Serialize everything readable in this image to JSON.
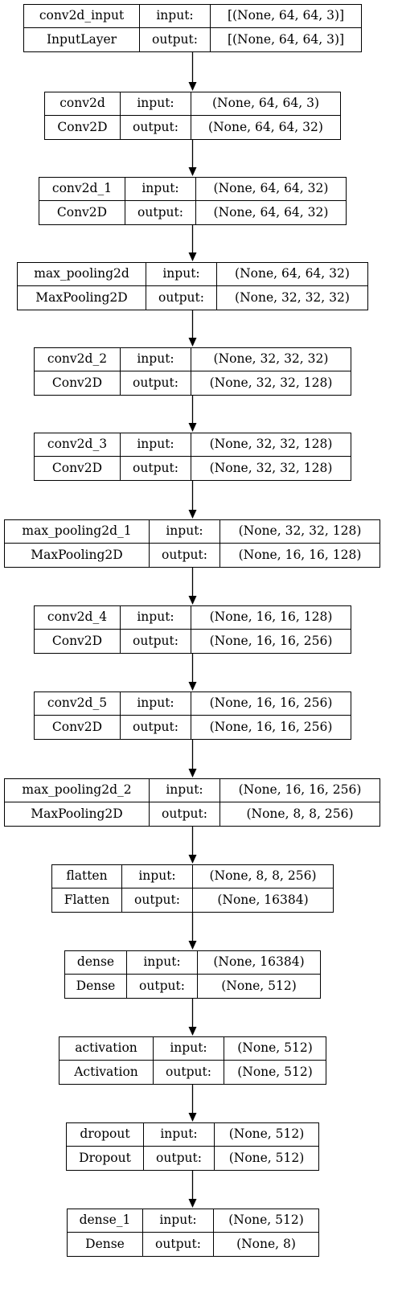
{
  "layers": [
    {
      "name": "conv2d_input",
      "type": "InputLayer",
      "input_label": "input:",
      "output_label": "output:",
      "input_shape": "[(None, 64, 64, 3)]",
      "output_shape": "[(None, 64, 64, 3)]"
    },
    {
      "name": "conv2d",
      "type": "Conv2D",
      "input_label": "input:",
      "output_label": "output:",
      "input_shape": "(None, 64, 64, 3)",
      "output_shape": "(None, 64, 64, 32)"
    },
    {
      "name": "conv2d_1",
      "type": "Conv2D",
      "input_label": "input:",
      "output_label": "output:",
      "input_shape": "(None, 64, 64, 32)",
      "output_shape": "(None, 64, 64, 32)"
    },
    {
      "name": "max_pooling2d",
      "type": "MaxPooling2D",
      "input_label": "input:",
      "output_label": "output:",
      "input_shape": "(None, 64, 64, 32)",
      "output_shape": "(None, 32, 32, 32)"
    },
    {
      "name": "conv2d_2",
      "type": "Conv2D",
      "input_label": "input:",
      "output_label": "output:",
      "input_shape": "(None, 32, 32, 32)",
      "output_shape": "(None, 32, 32, 128)"
    },
    {
      "name": "conv2d_3",
      "type": "Conv2D",
      "input_label": "input:",
      "output_label": "output:",
      "input_shape": "(None, 32, 32, 128)",
      "output_shape": "(None, 32, 32, 128)"
    },
    {
      "name": "max_pooling2d_1",
      "type": "MaxPooling2D",
      "input_label": "input:",
      "output_label": "output:",
      "input_shape": "(None, 32, 32, 128)",
      "output_shape": "(None, 16, 16, 128)"
    },
    {
      "name": "conv2d_4",
      "type": "Conv2D",
      "input_label": "input:",
      "output_label": "output:",
      "input_shape": "(None, 16, 16, 128)",
      "output_shape": "(None, 16, 16, 256)"
    },
    {
      "name": "conv2d_5",
      "type": "Conv2D",
      "input_label": "input:",
      "output_label": "output:",
      "input_shape": "(None, 16, 16, 256)",
      "output_shape": "(None, 16, 16, 256)"
    },
    {
      "name": "max_pooling2d_2",
      "type": "MaxPooling2D",
      "input_label": "input:",
      "output_label": "output:",
      "input_shape": "(None, 16, 16, 256)",
      "output_shape": "(None, 8, 8, 256)"
    },
    {
      "name": "flatten",
      "type": "Flatten",
      "input_label": "input:",
      "output_label": "output:",
      "input_shape": "(None, 8, 8, 256)",
      "output_shape": "(None, 16384)"
    },
    {
      "name": "dense",
      "type": "Dense",
      "input_label": "input:",
      "output_label": "output:",
      "input_shape": "(None, 16384)",
      "output_shape": "(None, 512)"
    },
    {
      "name": "activation",
      "type": "Activation",
      "input_label": "input:",
      "output_label": "output:",
      "input_shape": "(None, 512)",
      "output_shape": "(None, 512)"
    },
    {
      "name": "dropout",
      "type": "Dropout",
      "input_label": "input:",
      "output_label": "output:",
      "input_shape": "(None, 512)",
      "output_shape": "(None, 512)"
    },
    {
      "name": "dense_1",
      "type": "Dense",
      "input_label": "input:",
      "output_label": "output:",
      "input_shape": "(None, 512)",
      "output_shape": "(None, 8)"
    }
  ]
}
